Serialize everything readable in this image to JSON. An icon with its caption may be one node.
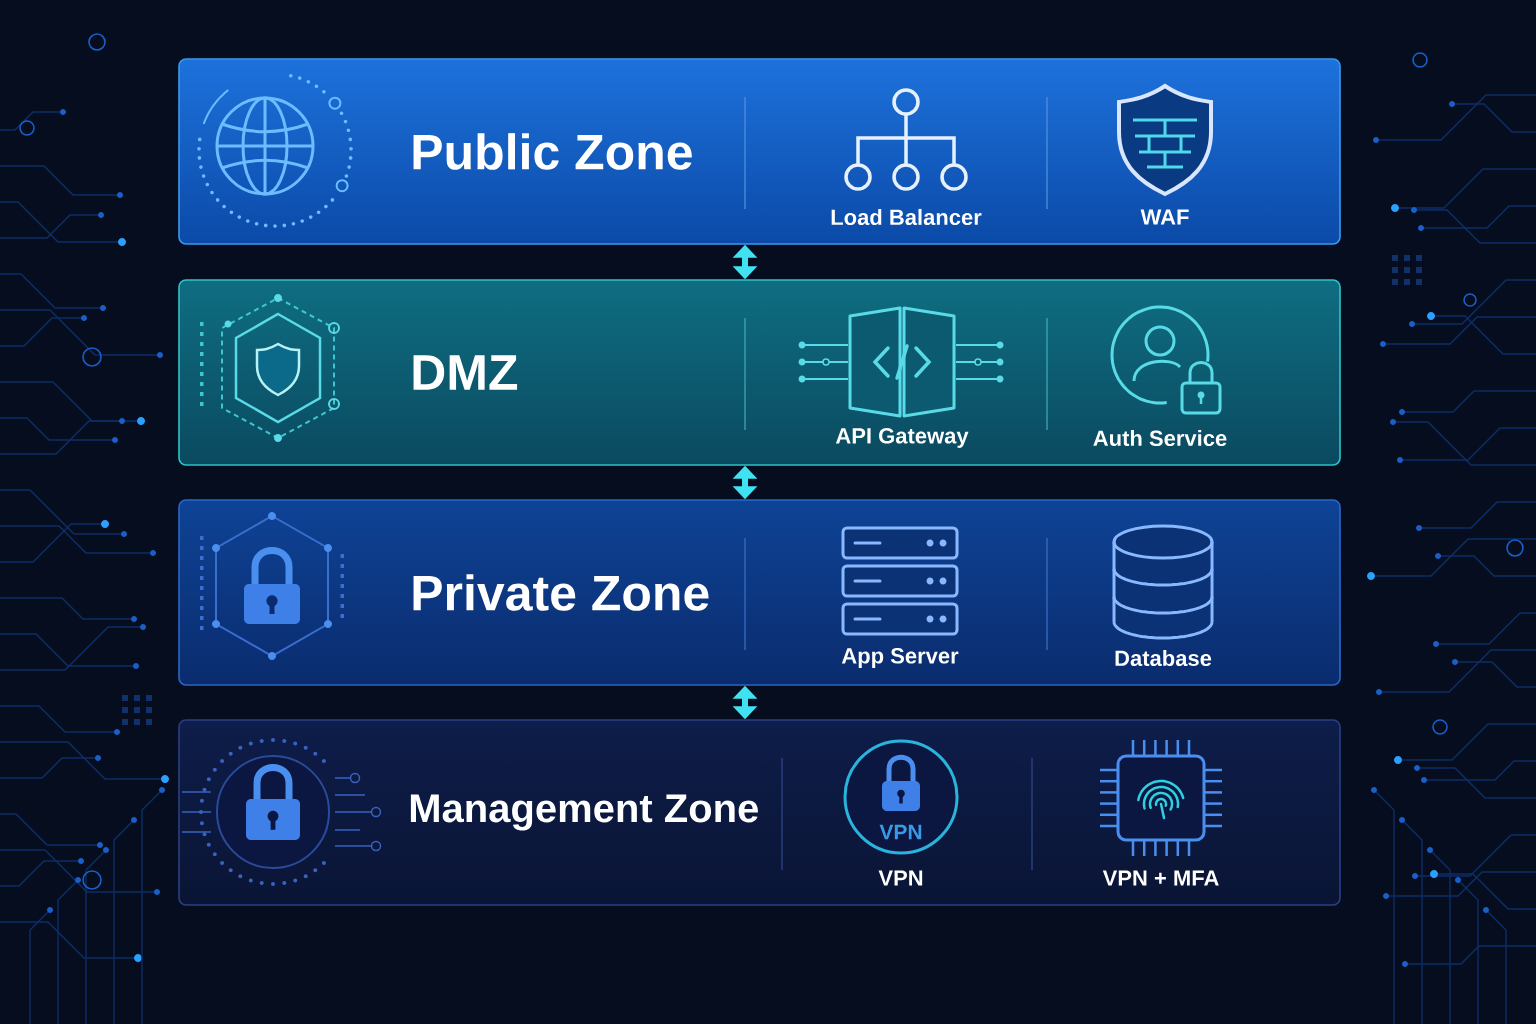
{
  "diagram": {
    "nodes": [
      {
        "text": [
          "Public Zone"
        ]
      },
      {
        "text": [
          "Load Balancer"
        ],
        "in": 0
      },
      {
        "text": [
          "WAF"
        ],
        "in": 0
      },
      {
        "text": [
          "DMZ"
        ]
      },
      {
        "text": [
          "API Gateway"
        ],
        "in": 3
      },
      {
        "text": [
          "Auth Service"
        ],
        "in": 3
      },
      {
        "text": [
          "Private Zone"
        ]
      },
      {
        "text": [
          "App Server"
        ],
        "in": 6
      },
      {
        "text": [
          "Database"
        ],
        "in": 6
      },
      {
        "text": [
          "Management Zone"
        ]
      },
      {
        "text": [
          "VPN",
          "VPN"
        ],
        "in": 9
      },
      {
        "text": [
          "VPN + MFA"
        ],
        "in": 9
      }
    ],
    "edges": [
      {
        "from": 0,
        "to": 3,
        "arrow": "both"
      },
      {
        "from": 3,
        "to": 6,
        "arrow": "both"
      },
      {
        "from": 6,
        "to": 9,
        "arrow": "both"
      }
    ]
  }
}
